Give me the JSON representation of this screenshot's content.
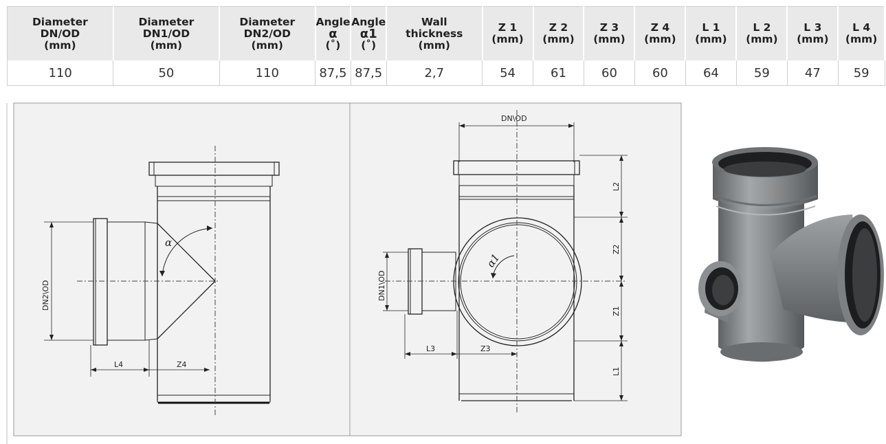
{
  "table": {
    "headers": [
      {
        "lines": [
          "Diameter",
          "DN/OD",
          "(mm)"
        ]
      },
      {
        "lines": [
          "Diameter",
          "DN1/OD",
          "(mm)"
        ]
      },
      {
        "lines": [
          "Diameter",
          "DN2/OD",
          "(mm)"
        ]
      },
      {
        "lines": [
          "Angle",
          "α",
          "(˚)"
        ]
      },
      {
        "lines": [
          "Angle",
          "α1",
          "(˚)"
        ]
      },
      {
        "lines": [
          "Wall",
          "thickness",
          "(mm)"
        ]
      },
      {
        "lines": [
          "Z 1",
          "(mm)"
        ]
      },
      {
        "lines": [
          "Z 2",
          "(mm)"
        ]
      },
      {
        "lines": [
          "Z 3",
          "(mm)"
        ]
      },
      {
        "lines": [
          "Z 4",
          "(mm)"
        ]
      },
      {
        "lines": [
          "L 1",
          "(mm)"
        ]
      },
      {
        "lines": [
          "L 2",
          "(mm)"
        ]
      },
      {
        "lines": [
          "L 3",
          "(mm)"
        ]
      },
      {
        "lines": [
          "L 4",
          "(mm)"
        ]
      }
    ],
    "row": [
      "110",
      "50",
      "110",
      "87,5",
      "87,5",
      "2,7",
      "54",
      "61",
      "60",
      "60",
      "64",
      "59",
      "47",
      "59"
    ]
  },
  "drawing_left": {
    "dim_dn2": "DN2\\OD",
    "dim_l4": "L4",
    "dim_z4": "Z4",
    "angle": "α"
  },
  "drawing_right": {
    "dim_dn": "DN\\OD",
    "dim_dn1": "DN1\\OD",
    "dim_l3": "L3",
    "dim_z3": "Z3",
    "dim_l2": "L2",
    "dim_z2": "Z2",
    "dim_z1": "Z1",
    "dim_l1": "L1",
    "angle": "α1"
  },
  "colors": {
    "header_bg": "#e9e9e9",
    "drawing_bg": "#f2f2f2",
    "pipe_gray": "#8a8d8f"
  }
}
